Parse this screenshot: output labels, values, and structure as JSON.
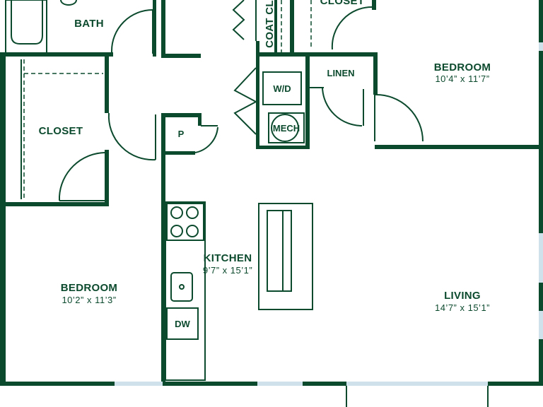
{
  "rooms": {
    "bath": {
      "name": "BATH"
    },
    "closet_top": {
      "name": "CLOSET"
    },
    "coat_closet": {
      "name": "COAT CLO"
    },
    "bedroom_top": {
      "name": "BEDROOM",
      "dims": "10’4” x 11’7”"
    },
    "linen": {
      "name": "LINEN"
    },
    "closet_left": {
      "name": "CLOSET"
    },
    "kitchen": {
      "name": "KITCHEN",
      "dims": "9’7” x 15’1”"
    },
    "bedroom_left": {
      "name": "BEDROOM",
      "dims": "10’2” x 11’3”"
    },
    "living": {
      "name": "LIVING",
      "dims": "14’7” x 15’1”"
    }
  },
  "fixtures": {
    "pantry": "P",
    "washer_dryer": "W/D",
    "mechanical": "MECH",
    "dishwasher": "DW"
  },
  "colors": {
    "wall": "#0c4a2e",
    "window": "#cfe1ea",
    "background": "#ffffff"
  }
}
